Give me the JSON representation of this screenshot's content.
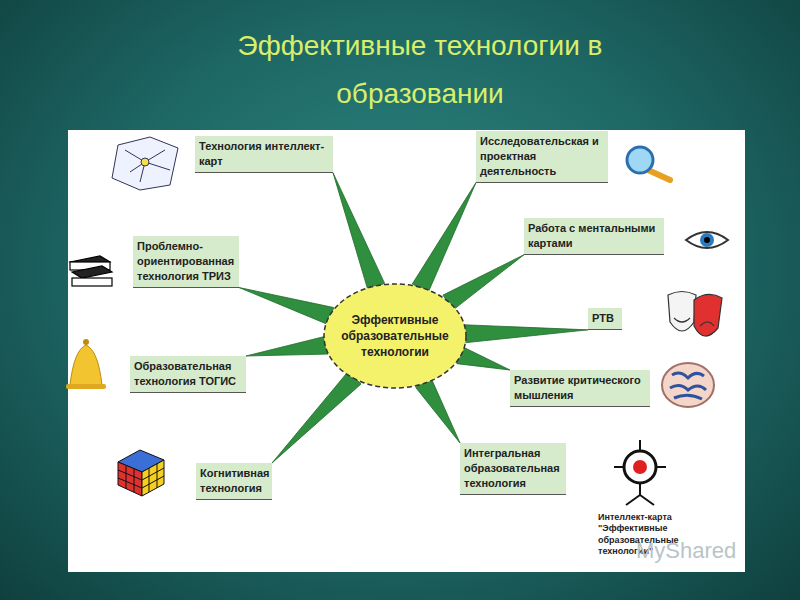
{
  "diagram": {
    "title": "Эффективные технологии в образовании",
    "nodes": [
      {
        "text": [
          "Эффективные образовательные технологии"
        ]
      },
      {
        "text": [
          "Технология интеллект-карт"
        ]
      },
      {
        "text": [
          "Исследовательская и проектная деятельность"
        ]
      },
      {
        "text": [
          "Работа с ментальными картами"
        ]
      },
      {
        "text": [
          "Проблемно-ориентированная технология ТРИЗ"
        ]
      },
      {
        "text": [
          "РТВ"
        ]
      },
      {
        "text": [
          "Образовательная технология ТОГИС"
        ]
      },
      {
        "text": [
          "Развитие критического мышления"
        ]
      },
      {
        "text": [
          "Интегральная образовательная технология"
        ]
      },
      {
        "text": [
          "Когнитивная технология"
        ]
      }
    ],
    "edges": [
      {
        "from": 0,
        "to": 1,
        "arrow": "none"
      },
      {
        "from": 0,
        "to": 2,
        "arrow": "none"
      },
      {
        "from": 0,
        "to": 3,
        "arrow": "none"
      },
      {
        "from": 0,
        "to": 4,
        "arrow": "none"
      },
      {
        "from": 0,
        "to": 5,
        "arrow": "none"
      },
      {
        "from": 0,
        "to": 6,
        "arrow": "none"
      },
      {
        "from": 0,
        "to": 7,
        "arrow": "none"
      },
      {
        "from": 0,
        "to": 8,
        "arrow": "none"
      },
      {
        "from": 0,
        "to": 9,
        "arrow": "none"
      }
    ],
    "labels": [
      "Интеллект-карта \"Эффективные образовательные технологии\"",
      "MyShared"
    ]
  }
}
